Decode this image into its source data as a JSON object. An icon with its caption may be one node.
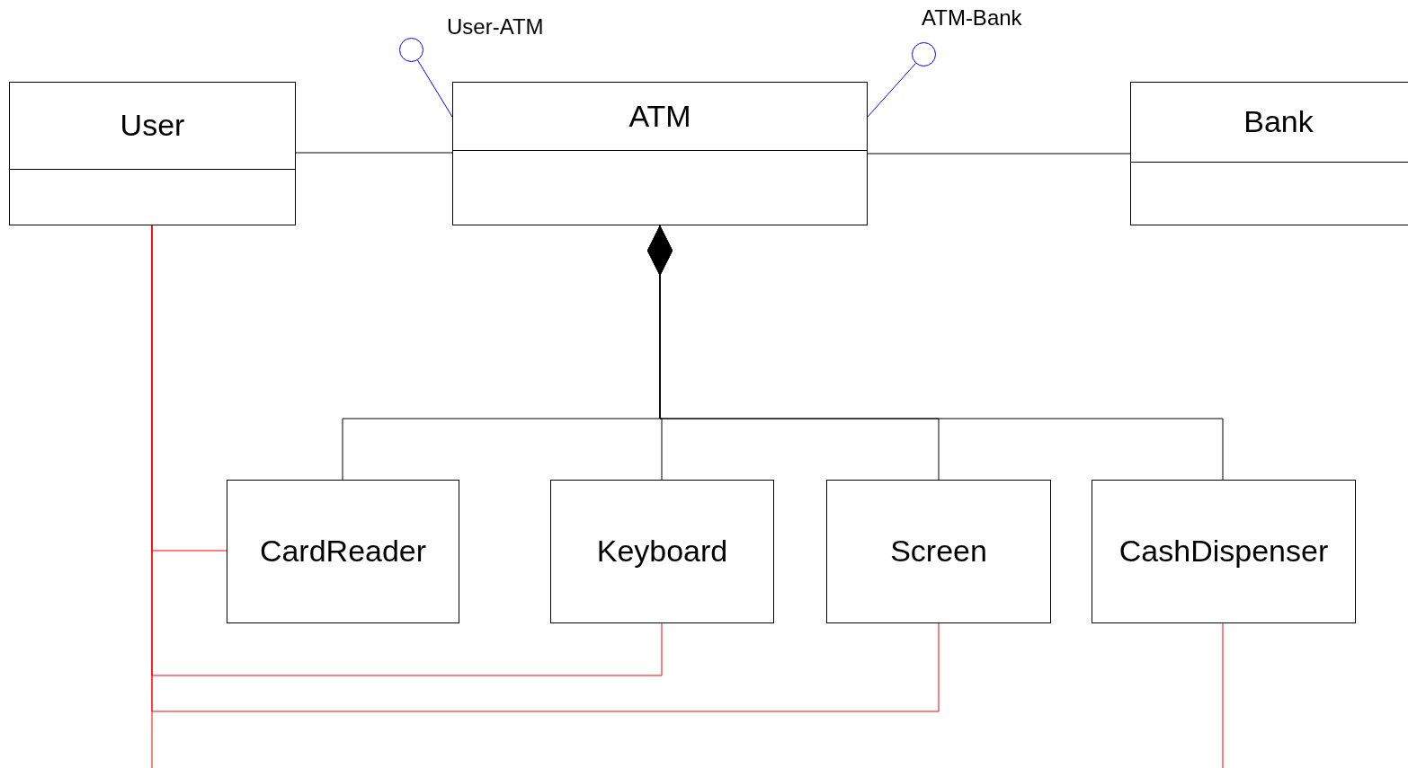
{
  "diagram": {
    "nodes": [
      {
        "text": [
          "User"
        ]
      },
      {
        "text": [
          "ATM"
        ]
      },
      {
        "text": [
          "Bank"
        ]
      },
      {
        "text": [
          "CardReader"
        ]
      },
      {
        "text": [
          "Keyboard"
        ]
      },
      {
        "text": [
          "Screen"
        ]
      },
      {
        "text": [
          "CashDispenser"
        ]
      },
      {
        "text": [],
        "shape": "circle",
        "beside": [
          "User-ATM"
        ]
      },
      {
        "text": [],
        "shape": "circle",
        "beside": [
          "ATM-Bank"
        ]
      }
    ],
    "edges": [
      {
        "from": 0,
        "to": 1,
        "arrow": "none"
      },
      {
        "from": 1,
        "to": 2,
        "arrow": "none"
      },
      {
        "from": 1,
        "to": 7,
        "arrow": "none",
        "color": "#0000ff"
      },
      {
        "from": 1,
        "to": 8,
        "arrow": "none",
        "color": "#0000ff"
      },
      {
        "from": 1,
        "to": 3,
        "arrow": "other"
      },
      {
        "from": 1,
        "to": 4,
        "arrow": "other"
      },
      {
        "from": 1,
        "to": 5,
        "arrow": "other"
      },
      {
        "from": 1,
        "to": 6,
        "arrow": "other"
      },
      {
        "from": 0,
        "to": 3,
        "arrow": "none",
        "color": "#ff0000"
      },
      {
        "from": 0,
        "to": 4,
        "arrow": "none",
        "color": "#ff0000"
      },
      {
        "from": 0,
        "to": 5,
        "arrow": "none",
        "color": "#ff0000"
      },
      {
        "from": 0,
        "to": null,
        "arrow": "none",
        "color": "#ff0000"
      },
      {
        "from": 6,
        "to": null,
        "arrow": "none",
        "color": "#ff0000"
      }
    ]
  }
}
